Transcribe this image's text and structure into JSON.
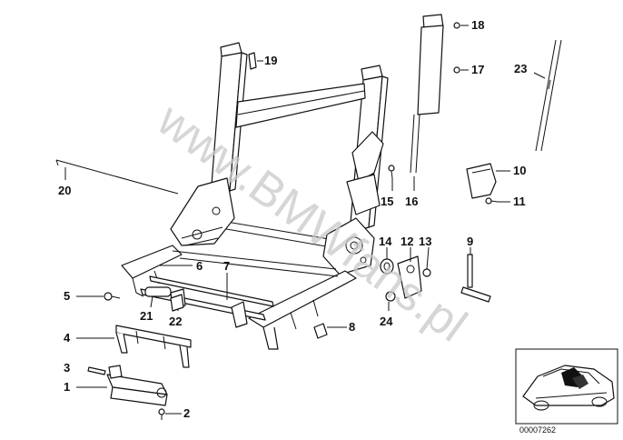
{
  "watermark": "www.BMWfans.pl",
  "reference_number": "00007262",
  "callouts": [
    "1",
    "2",
    "3",
    "4",
    "5",
    "6",
    "7",
    "8",
    "9",
    "10",
    "11",
    "12",
    "13",
    "14",
    "15",
    "16",
    "17",
    "18",
    "19",
    "20",
    "21",
    "22",
    "23",
    "24"
  ]
}
